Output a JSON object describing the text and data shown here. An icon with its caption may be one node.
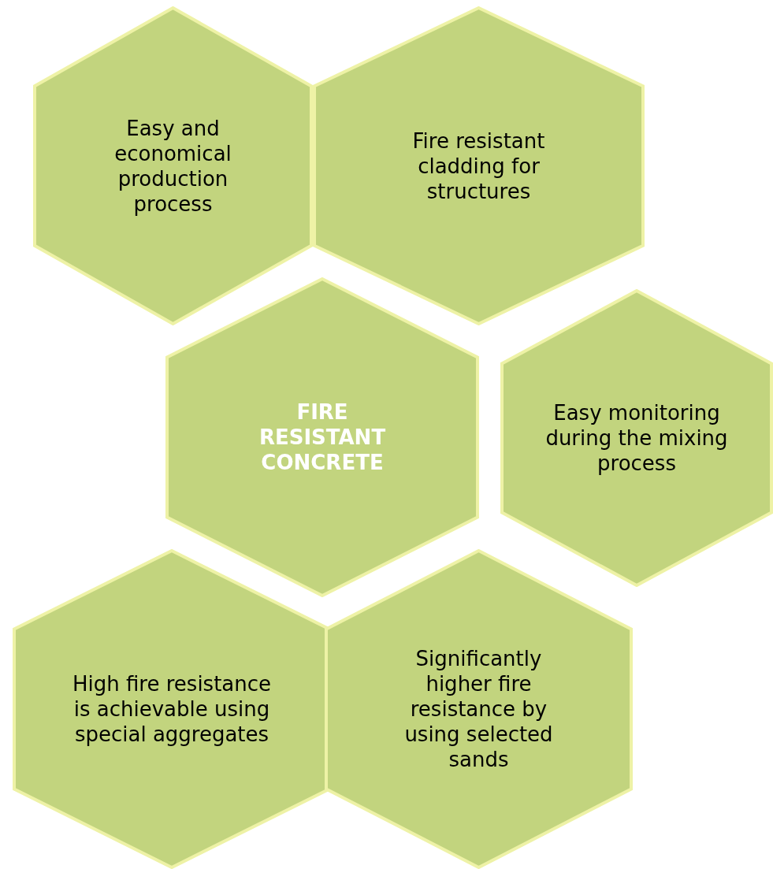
{
  "diagram": {
    "nodes": [
      {
        "text": [
          "Easy and economical production process"
        ]
      },
      {
        "text": [
          "Fire resistant cladding for structures"
        ]
      },
      {
        "text": [
          "FIRE RESISTANT CONCRETE"
        ]
      },
      {
        "text": [
          "Easy monitoring during the mixing process"
        ]
      },
      {
        "text": [
          "High fire resistance is achievable using special aggregates"
        ]
      },
      {
        "text": [
          "Significantly higher fire resistance by using selected sands"
        ]
      }
    ],
    "edges": []
  }
}
